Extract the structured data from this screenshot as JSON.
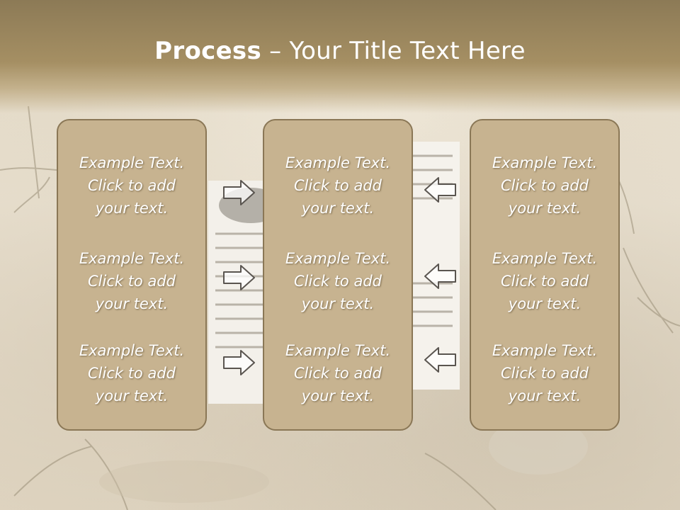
{
  "slide": {
    "title_bold": "Process",
    "title_rest": " – Your Title Text Here"
  },
  "columns": [
    {
      "items": [
        "Example Text.\nClick  to add\nyour text.",
        "Example Text.\nClick  to add\nyour text.",
        "Example Text.\nClick  to add\nyour text."
      ]
    },
    {
      "items": [
        "Example Text.\nClick  to add\nyour text.",
        "Example Text.\nClick  to add\nyour text.",
        "Example Text.\nClick  to add\nyour text."
      ]
    },
    {
      "items": [
        "Example Text.\nClick  to add\nyour text.",
        "Example Text.\nClick  to add\nyour text.",
        "Example Text.\nClick  to add\nyour text."
      ]
    }
  ],
  "arrows": {
    "left_group": "right-arrow-icon",
    "right_group": "left-arrow-icon"
  },
  "colors": {
    "panel": "#c7b390",
    "panel_border": "#8a7756",
    "title_band": "#9c8860",
    "text": "#ffffff"
  }
}
